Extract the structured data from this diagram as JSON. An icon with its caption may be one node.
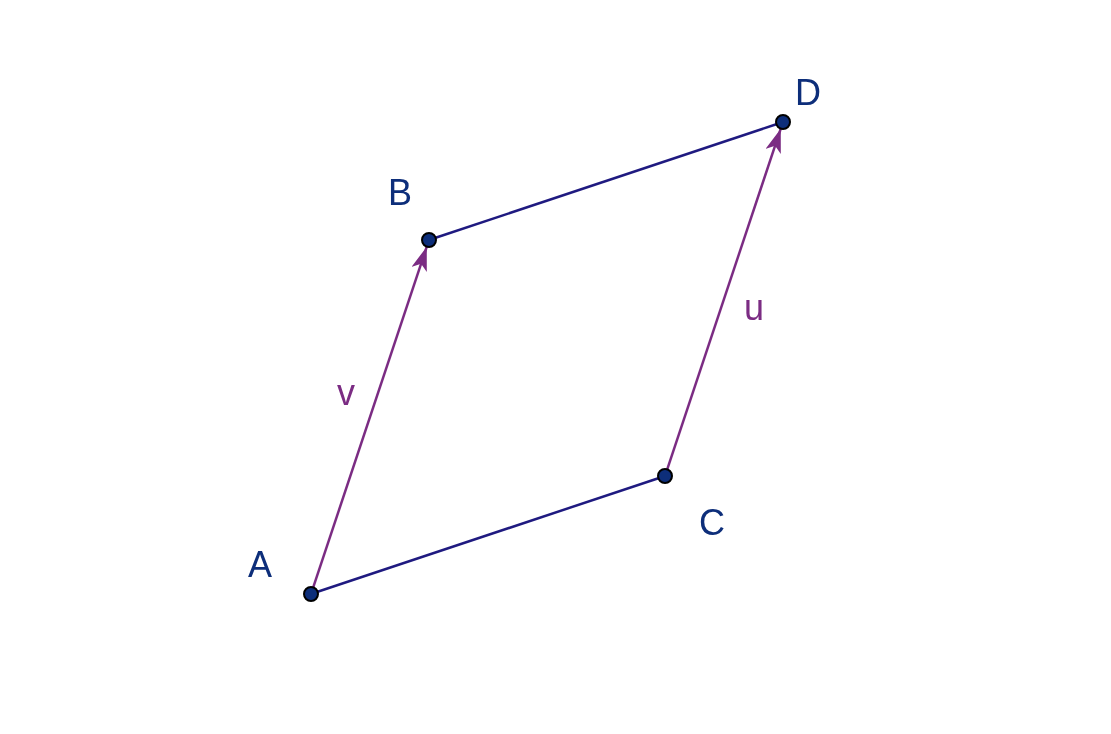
{
  "diagram": {
    "nodes": [
      {
        "text": [],
        "shape": "circle",
        "beside": [
          "A"
        ]
      },
      {
        "text": [],
        "shape": "circle",
        "beside": [
          "B"
        ]
      },
      {
        "text": [],
        "shape": "circle",
        "beside": [
          "C"
        ]
      },
      {
        "text": [],
        "shape": "circle",
        "beside": [
          "D"
        ]
      }
    ],
    "edges": [
      {
        "from": 0,
        "to": 1,
        "arrow": "to",
        "label": "v",
        "color": "#7b2c83"
      },
      {
        "from": 2,
        "to": 3,
        "arrow": "to",
        "label": "u",
        "color": "#7b2c83"
      },
      {
        "from": 1,
        "to": 3,
        "arrow": "none",
        "color": "#1f1a80"
      },
      {
        "from": 0,
        "to": 2,
        "arrow": "none",
        "color": "#1f1a80"
      }
    ]
  }
}
